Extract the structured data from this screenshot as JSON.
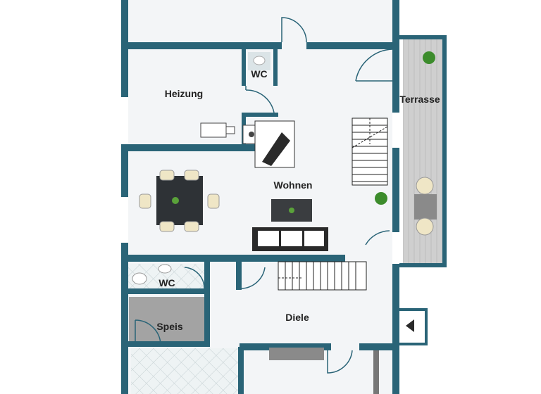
{
  "rooms": {
    "wc_top": "WC",
    "heizung": "Heizung",
    "terrasse": "Terrasse",
    "wohnen": "Wohnen",
    "wc_bottom": "WC",
    "speis": "Speis",
    "diele": "Diele"
  },
  "colors": {
    "wall": "#2a6477",
    "floor": "#f2f4f6",
    "terrace": "#c9c9c9",
    "table": "#2e3236",
    "chair": "#efe6c6",
    "sofa": "#ffffff",
    "tile": "#dfe8ea",
    "speis_floor": "#9b9b9b",
    "plant": "#3c8c2c"
  },
  "icons": [
    "door-arc",
    "stairs",
    "dining-table",
    "sofa",
    "coffee-table",
    "toilet",
    "heater",
    "fireplace",
    "plant",
    "armchair",
    "entrance-arrow"
  ]
}
